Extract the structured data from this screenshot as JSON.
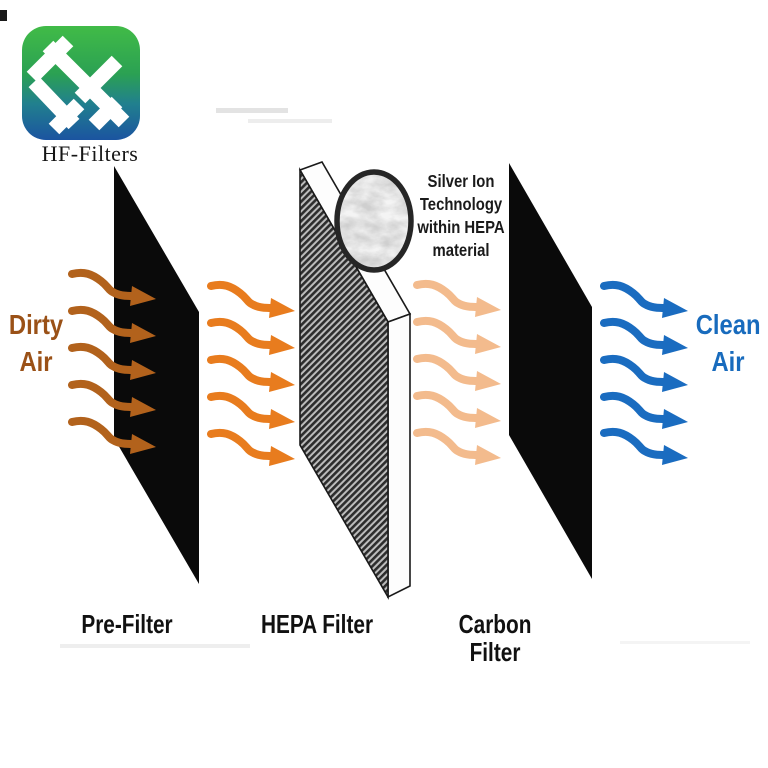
{
  "brand": {
    "name": "HF-Filters"
  },
  "flow": {
    "input_line1": "Dirty",
    "input_line2": "Air",
    "output_line1": "Clean",
    "output_line2": "Air"
  },
  "filters": [
    {
      "label": "Pre-Filter"
    },
    {
      "label": "HEPA Filter"
    },
    {
      "label": "Carbon Filter"
    }
  ],
  "annotation": {
    "line1": "Silver Ion",
    "line2": "Technology",
    "line3": "within HEPA",
    "line4": "material"
  },
  "colors": {
    "dirty_air_text": "#9a5117",
    "clean_air_text": "#186bbd",
    "arrows_dirty": "#b2621c",
    "arrows_prefiltered": "#e87c1e",
    "arrows_hepa_out": "#f3bb8d",
    "arrows_clean": "#1a6cc0",
    "filter_panel": "#0a0a0a",
    "label_text": "#111111",
    "logo_green": "#3db946",
    "logo_blue": "#1b54a0"
  }
}
